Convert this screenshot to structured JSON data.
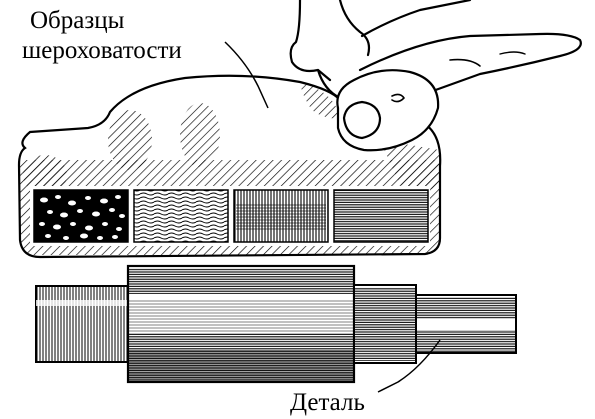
{
  "labels": {
    "samples_line1": "Образцы",
    "samples_line2": "шероховатости",
    "part": "Деталь"
  },
  "colors": {
    "ink": "#000000",
    "paper": "#ffffff"
  }
}
